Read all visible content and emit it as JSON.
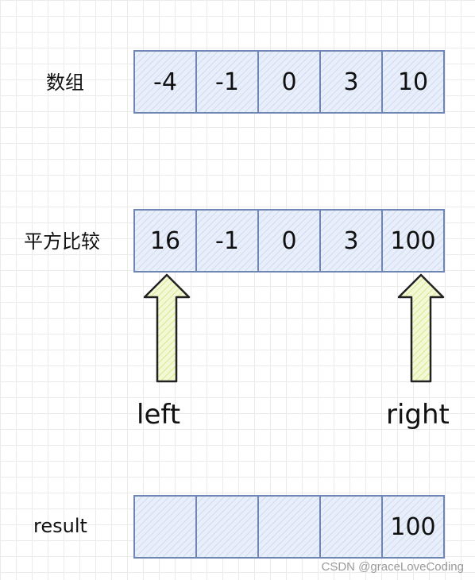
{
  "rows": {
    "array": {
      "label": "数组",
      "cells": [
        "-4",
        "-1",
        "0",
        "3",
        "10"
      ]
    },
    "squares": {
      "label": "平方比较",
      "cells": [
        "16",
        "-1",
        "0",
        "3",
        "100"
      ]
    },
    "result": {
      "label": "result",
      "cells": [
        "",
        "",
        "",
        "",
        "100"
      ]
    }
  },
  "pointers": {
    "left": "left",
    "right": "right"
  },
  "colors": {
    "cell_border": "#6f86b5",
    "cell_fill": "#e8eefa",
    "arrow_fill": "#e9f3b8"
  },
  "watermark": "CSDN @graceLoveCoding"
}
